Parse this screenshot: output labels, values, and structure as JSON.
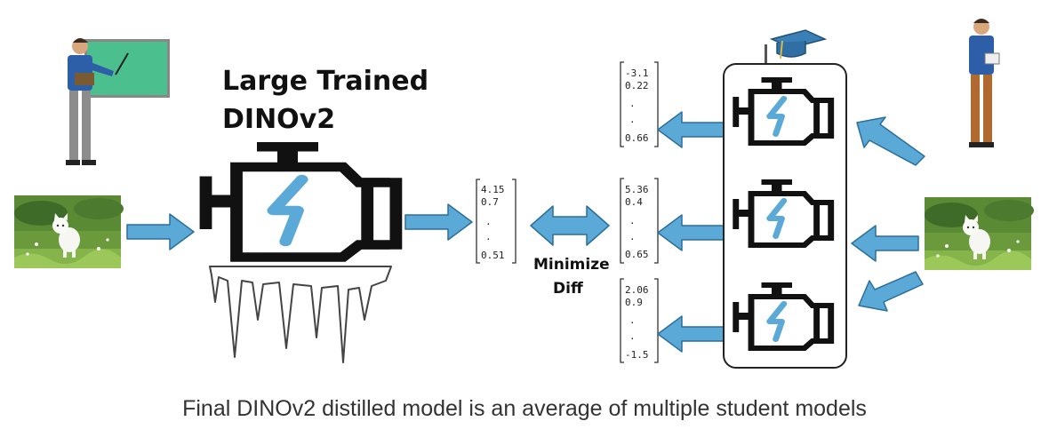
{
  "teacher": {
    "title_line1": "Large Trained",
    "title_line2": "DINOv2"
  },
  "comparison": {
    "label_line1": "Minimize",
    "label_line2": "Diff"
  },
  "teacher_vector": [
    "4.15",
    "0.7",
    ".",
    ".",
    "0.51"
  ],
  "student_vectors": [
    [
      "-3.1",
      "0.22",
      ".",
      ".",
      "0.66"
    ],
    [
      "5.36",
      "0.4",
      ".",
      ".",
      "0.65"
    ],
    [
      "2.06",
      "0.9",
      ".",
      ".",
      "-1.5"
    ]
  ],
  "caption": "Final DINOv2 distilled model is an average of multiple student models",
  "colors": {
    "arrow_fill": "#5aa9d6",
    "arrow_stroke": "#2d6f9a",
    "engine_stroke": "#111111",
    "bolt": "#5aa9d6",
    "board": "#4bbf8e",
    "cap": "#3a7fb5"
  }
}
